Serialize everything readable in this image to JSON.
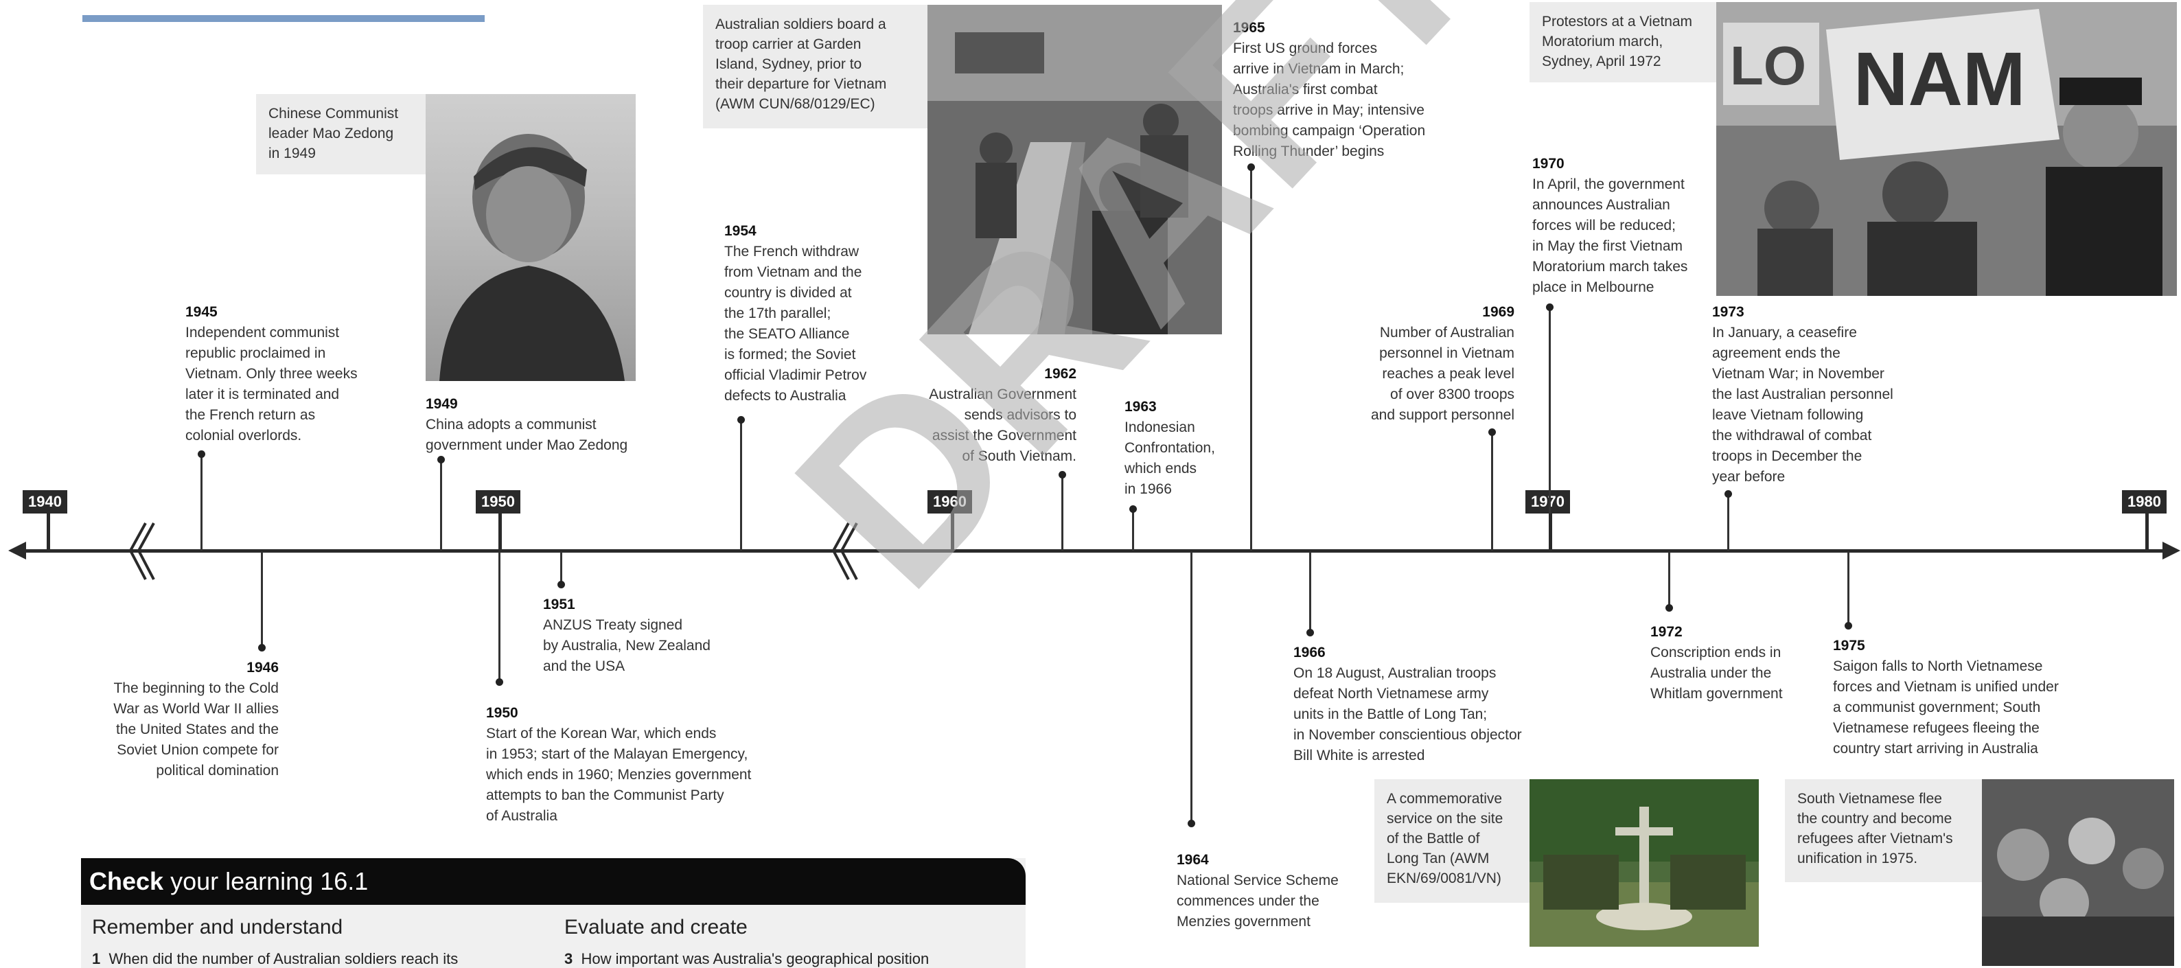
{
  "years": {
    "y1940": "1940",
    "y1950": "1950",
    "y1960": "1960",
    "y1970": "1970",
    "y1980": "1980"
  },
  "events": {
    "e1945": {
      "year": "1945",
      "lines": [
        "Independent communist",
        "republic proclaimed in",
        "Vietnam. Only three weeks",
        "later it is terminated and",
        "the French return as",
        "colonial overlords."
      ]
    },
    "e1946": {
      "year": "1946",
      "lines": [
        "The beginning to the Cold",
        "War as World War II allies",
        "the United States and the",
        "Soviet Union compete for",
        "political domination"
      ]
    },
    "e1949": {
      "year": "1949",
      "lines": [
        "China adopts a communist",
        "government under Mao Zedong"
      ]
    },
    "e1950": {
      "year": "1950",
      "lines": [
        "Start of the Korean War, which ends",
        "in 1953; start of the Malayan Emergency,",
        "which ends in 1960; Menzies government",
        "attempts to ban the Communist Party",
        "of Australia"
      ]
    },
    "e1951": {
      "year": "1951",
      "lines": [
        "ANZUS Treaty signed",
        "by Australia, New Zealand",
        "and the USA"
      ]
    },
    "e1954": {
      "year": "1954",
      "lines": [
        "The French withdraw",
        "from Vietnam and the",
        "country is divided at",
        "the 17th parallel;",
        "the SEATO Alliance",
        "is formed; the Soviet",
        "official Vladimir Petrov",
        "defects to Australia"
      ]
    },
    "e1962": {
      "year": "1962",
      "lines": [
        "Australian Government",
        "sends advisors to",
        "assist the Government",
        "of South Vietnam."
      ]
    },
    "e1963": {
      "year": "1963",
      "lines": [
        "Indonesian",
        "Confrontation,",
        "which ends",
        "in 1966"
      ]
    },
    "e1964": {
      "year": "1964",
      "lines": [
        "National Service Scheme",
        "commences under the",
        "Menzies government"
      ]
    },
    "e1965": {
      "year": "1965",
      "lines": [
        "First US ground forces",
        "arrive in Vietnam in March;",
        "Australia's first combat",
        "troops arrive in May; intensive",
        "bombing campaign ‘Operation",
        "Rolling Thunder’ begins"
      ]
    },
    "e1966": {
      "year": "1966",
      "lines": [
        "On 18 August, Australian troops",
        "defeat North Vietnamese army",
        "units in the Battle of Long Tan;",
        "in November conscientious objector",
        "Bill White is arrested"
      ]
    },
    "e1969": {
      "year": "1969",
      "lines": [
        "Number of Australian",
        "personnel in Vietnam",
        "reaches a peak level",
        "of over 8300 troops",
        "and support personnel"
      ]
    },
    "e1970": {
      "year": "1970",
      "lines": [
        "In April, the government",
        "announces Australian",
        "forces will be reduced;",
        "in May the first Vietnam",
        "Moratorium march takes",
        "place in Melbourne"
      ]
    },
    "e1972": {
      "year": "1972",
      "lines": [
        "Conscription ends in",
        "Australia under the",
        "Whitlam government"
      ]
    },
    "e1973": {
      "year": "1973",
      "lines": [
        "In January, a ceasefire",
        "agreement ends the",
        "Vietnam War; in November",
        "the last Australian personnel",
        "leave Vietnam following",
        "the withdrawal of combat",
        "troops in December the",
        "year before"
      ]
    },
    "e1975": {
      "year": "1975",
      "lines": [
        "Saigon falls to North Vietnamese",
        "forces and Vietnam is unified under",
        "a communist government; South",
        "Vietnamese refugees fleeing the",
        "country start arriving in Australia"
      ]
    }
  },
  "captions": {
    "mao": [
      "Chinese Communist",
      "leader Mao Zedong",
      "in 1949"
    ],
    "troops": [
      "Australian soldiers board a",
      "troop carrier at Garden",
      "Island, Sydney, prior to",
      "their departure for Vietnam",
      "(AWM CUN/68/0129/EC)"
    ],
    "protest": [
      "Protestors at a Vietnam",
      "Moratorium march,",
      "Sydney, April 1972"
    ],
    "longtan": [
      "A commemorative",
      "service on the site",
      "of the Battle of",
      "Long Tan (AWM",
      "EKN/69/0081/VN)"
    ],
    "refugees": [
      "South Vietnamese flee",
      "the country and become",
      "refugees after Vietnam's",
      "unification in 1975."
    ]
  },
  "watermark": "DRAFT",
  "check": {
    "title_bold": "Check",
    "title_rest": " your learning 16.1",
    "col1_heading": "Remember and understand",
    "col2_heading": "Evaluate and create",
    "q1_num": "1",
    "q1_text": "When did the number of Australian soldiers reach its",
    "q3_num": "3",
    "q3_text": "How important was Australia's geographical position"
  },
  "colors": {
    "accent_bar": "#7a9cc6",
    "axis": "#2a2a2a",
    "caption_bg": "#ececec",
    "watermark": "#aaaaaa"
  }
}
